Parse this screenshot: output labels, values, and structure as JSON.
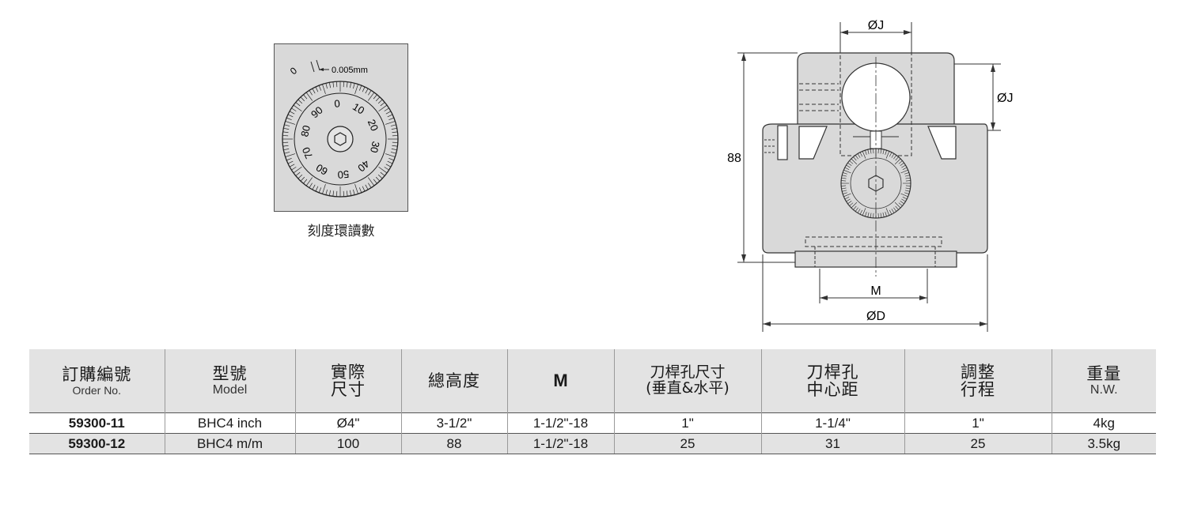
{
  "dial_figure": {
    "tick_label_zero": "0",
    "resolution_label": "0.005mm",
    "numbers": [
      "0",
      "10",
      "20",
      "30",
      "40",
      "50",
      "60",
      "70",
      "80",
      "90"
    ],
    "caption": "刻度環讀數"
  },
  "side_figure": {
    "dim_j_top": "ØJ",
    "dim_j_side": "ØJ",
    "dim_height": "88",
    "dim_m": "M",
    "dim_d": "ØD"
  },
  "table": {
    "headers": [
      {
        "zh": "訂購編號",
        "en": "Order No."
      },
      {
        "zh": "型號",
        "en": "Model"
      },
      {
        "zh": "實際\n尺寸",
        "en": ""
      },
      {
        "zh": "總高度",
        "en": ""
      },
      {
        "zh": "",
        "en": "M"
      },
      {
        "zh": "刀桿孔尺寸\n(垂直&水平)",
        "en": ""
      },
      {
        "zh": "刀桿孔\n中心距",
        "en": ""
      },
      {
        "zh": "調整\n行程",
        "en": ""
      },
      {
        "zh": "重量",
        "en": "N.W."
      }
    ],
    "rows": [
      [
        "59300-11",
        "BHC4 inch",
        "Ø4\"",
        "3-1/2\"",
        "1-1/2\"-18",
        "1\"",
        "1-1/4\"",
        "1\"",
        "4kg"
      ],
      [
        "59300-12",
        "BHC4 m/m",
        "100",
        "88",
        "1-1/2\"-18",
        "25",
        "31",
        "25",
        "3.5kg"
      ]
    ]
  }
}
